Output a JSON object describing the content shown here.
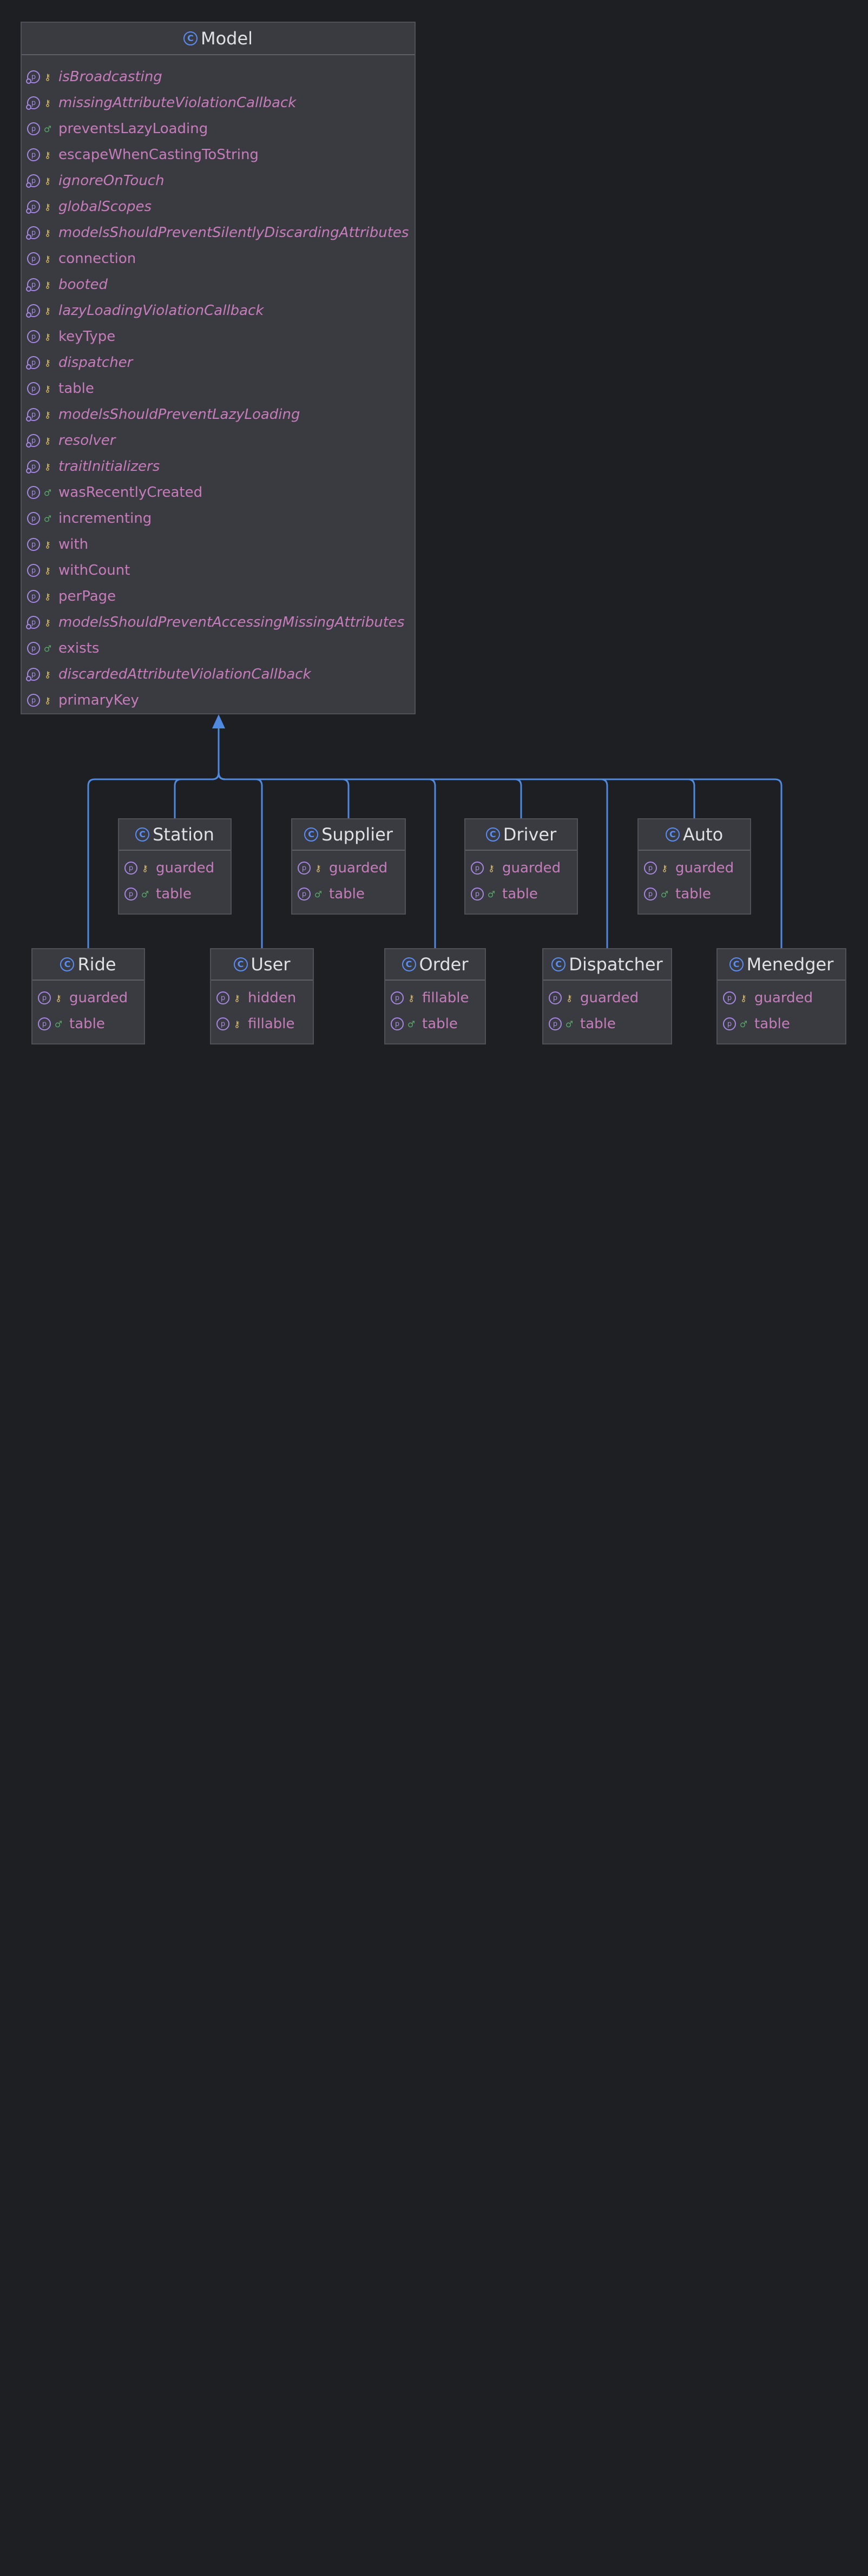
{
  "diagram": {
    "parent": {
      "name": "Model",
      "members": [
        {
          "name": "isBroadcasting",
          "visibility": "protected",
          "static": true,
          "italic": true
        },
        {
          "name": "missingAttributeViolationCallback",
          "visibility": "protected",
          "static": true,
          "italic": true
        },
        {
          "name": "preventsLazyLoading",
          "visibility": "public",
          "static": false,
          "italic": false
        },
        {
          "name": "escapeWhenCastingToString",
          "visibility": "protected",
          "static": false,
          "italic": false
        },
        {
          "name": "ignoreOnTouch",
          "visibility": "protected",
          "static": true,
          "italic": true
        },
        {
          "name": "globalScopes",
          "visibility": "protected",
          "static": true,
          "italic": true
        },
        {
          "name": "modelsShouldPreventSilentlyDiscardingAttributes",
          "visibility": "protected",
          "static": true,
          "italic": true
        },
        {
          "name": "connection",
          "visibility": "protected",
          "static": false,
          "italic": false
        },
        {
          "name": "booted",
          "visibility": "protected",
          "static": true,
          "italic": true
        },
        {
          "name": "lazyLoadingViolationCallback",
          "visibility": "protected",
          "static": true,
          "italic": true
        },
        {
          "name": "keyType",
          "visibility": "protected",
          "static": false,
          "italic": false
        },
        {
          "name": "dispatcher",
          "visibility": "protected",
          "static": true,
          "italic": true
        },
        {
          "name": "table",
          "visibility": "protected",
          "static": false,
          "italic": false
        },
        {
          "name": "modelsShouldPreventLazyLoading",
          "visibility": "protected",
          "static": true,
          "italic": true
        },
        {
          "name": "resolver",
          "visibility": "protected",
          "static": true,
          "italic": true
        },
        {
          "name": "traitInitializers",
          "visibility": "protected",
          "static": true,
          "italic": true
        },
        {
          "name": "wasRecentlyCreated",
          "visibility": "public",
          "static": false,
          "italic": false
        },
        {
          "name": "incrementing",
          "visibility": "public",
          "static": false,
          "italic": false
        },
        {
          "name": "with",
          "visibility": "protected",
          "static": false,
          "italic": false
        },
        {
          "name": "withCount",
          "visibility": "protected",
          "static": false,
          "italic": false
        },
        {
          "name": "perPage",
          "visibility": "protected",
          "static": false,
          "italic": false
        },
        {
          "name": "modelsShouldPreventAccessingMissingAttributes",
          "visibility": "protected",
          "static": true,
          "italic": true
        },
        {
          "name": "exists",
          "visibility": "public",
          "static": false,
          "italic": false
        },
        {
          "name": "discardedAttributeViolationCallback",
          "visibility": "protected",
          "static": true,
          "italic": true
        },
        {
          "name": "primaryKey",
          "visibility": "protected",
          "static": false,
          "italic": false
        }
      ]
    },
    "children": [
      {
        "name": "Station",
        "members": [
          {
            "name": "guarded",
            "visibility": "protected"
          },
          {
            "name": "table",
            "visibility": "public"
          }
        ]
      },
      {
        "name": "Supplier",
        "members": [
          {
            "name": "guarded",
            "visibility": "protected"
          },
          {
            "name": "table",
            "visibility": "public"
          }
        ]
      },
      {
        "name": "Driver",
        "members": [
          {
            "name": "guarded",
            "visibility": "protected"
          },
          {
            "name": "table",
            "visibility": "public"
          }
        ]
      },
      {
        "name": "Auto",
        "members": [
          {
            "name": "guarded",
            "visibility": "protected"
          },
          {
            "name": "table",
            "visibility": "public"
          }
        ]
      },
      {
        "name": "Ride",
        "members": [
          {
            "name": "guarded",
            "visibility": "protected"
          },
          {
            "name": "table",
            "visibility": "public"
          }
        ]
      },
      {
        "name": "User",
        "members": [
          {
            "name": "hidden",
            "visibility": "protected"
          },
          {
            "name": "fillable",
            "visibility": "protected"
          }
        ]
      },
      {
        "name": "Order",
        "members": [
          {
            "name": "fillable",
            "visibility": "protected"
          },
          {
            "name": "table",
            "visibility": "public"
          }
        ]
      },
      {
        "name": "Dispatcher",
        "members": [
          {
            "name": "guarded",
            "visibility": "protected"
          },
          {
            "name": "table",
            "visibility": "public"
          }
        ]
      },
      {
        "name": "Menedger",
        "members": [
          {
            "name": "guarded",
            "visibility": "protected"
          },
          {
            "name": "table",
            "visibility": "public"
          }
        ]
      }
    ],
    "icons": {
      "class": "C",
      "property": "p",
      "protected": "⚷",
      "public": "♂"
    },
    "colors": {
      "background": "#1e1f22",
      "box": "#393b40",
      "member_text": "#c77dbb",
      "header_text": "#dfe1e5",
      "class_icon": "#5b8df5",
      "property_icon": "#a787e3",
      "protected_icon": "#e2c16f",
      "public_icon": "#59a869",
      "edge": "#4f8ae0"
    }
  }
}
